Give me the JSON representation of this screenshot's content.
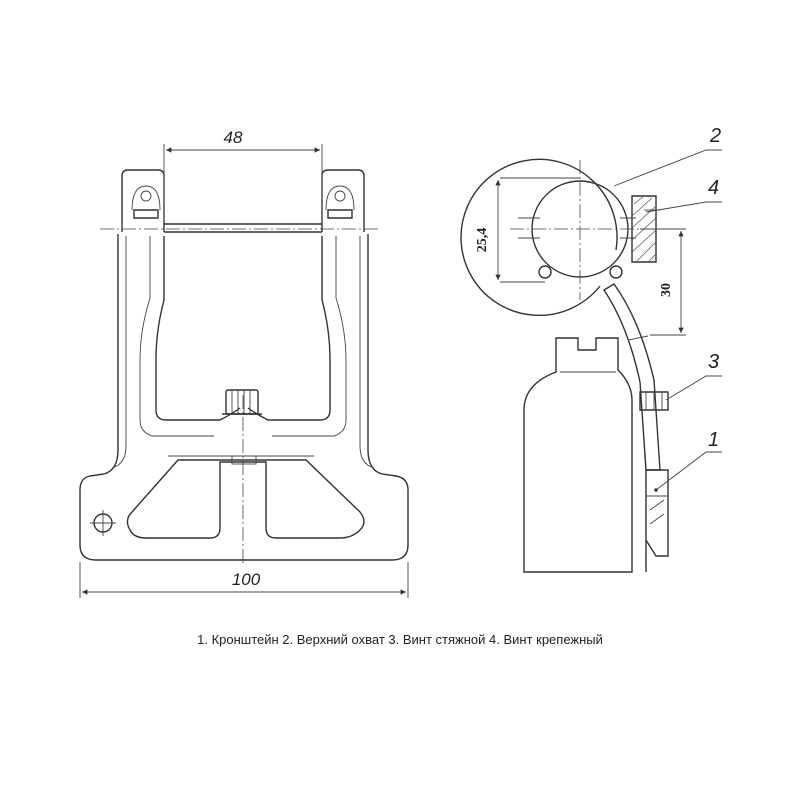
{
  "dimensions": {
    "width_top": "48",
    "width_bottom": "100",
    "diameter": "25,4",
    "offset": "30"
  },
  "callouts": [
    "1",
    "2",
    "3",
    "4"
  ],
  "legend": "1. Кронштейн  2. Верхний охват  3. Винт стяжной  4. Винт крепежный"
}
